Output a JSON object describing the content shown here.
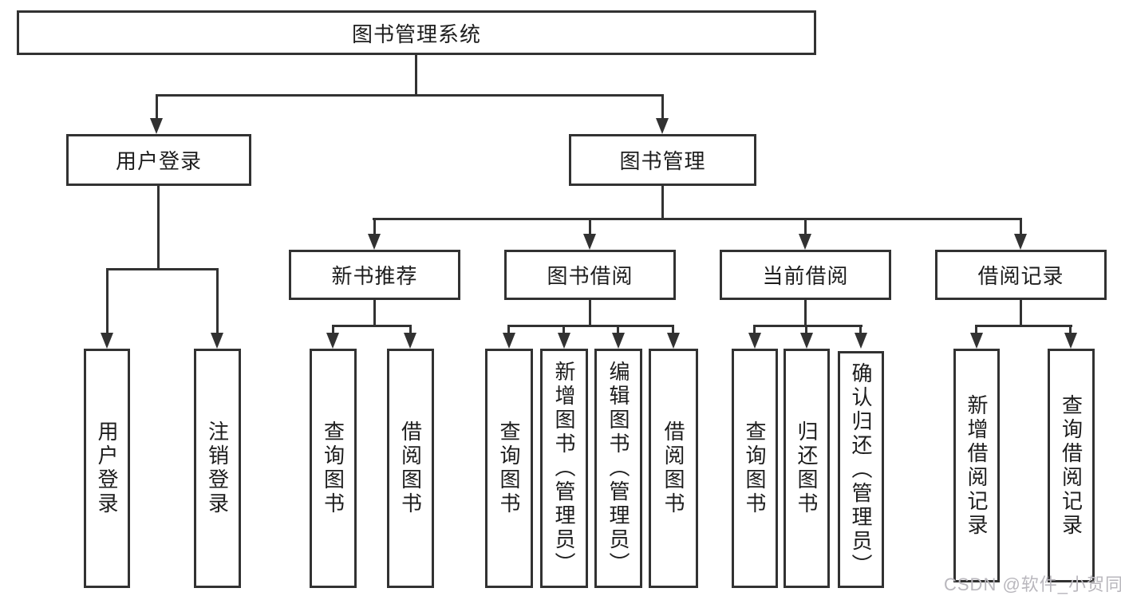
{
  "tree": {
    "root": {
      "label": "图书管理系统"
    },
    "level1": [
      {
        "label": "用户登录"
      },
      {
        "label": "图书管理"
      }
    ],
    "level2": [
      {
        "label": "新书推荐"
      },
      {
        "label": "图书借阅"
      },
      {
        "label": "当前借阅"
      },
      {
        "label": "借阅记录"
      }
    ],
    "leaves": {
      "user_login": [
        {
          "label": "用户登录"
        },
        {
          "label": "注销登录"
        }
      ],
      "new_book_rec": [
        {
          "label": "查询图书"
        },
        {
          "label": "借阅图书"
        }
      ],
      "book_borrow": [
        {
          "label": "查询图书"
        },
        {
          "label": "新增图书（管理员）"
        },
        {
          "label": "编辑图书（管理员）"
        },
        {
          "label": "借阅图书"
        }
      ],
      "current_borrow": [
        {
          "label": "查询图书"
        },
        {
          "label": "归还图书"
        },
        {
          "label": "确认归还（管理员）"
        }
      ],
      "borrow_records": [
        {
          "label": "新增借阅记录"
        },
        {
          "label": "查询借阅记录"
        }
      ]
    }
  },
  "watermark": {
    "text": "CSDN @软件_小贺同学"
  },
  "colors": {
    "line": "#323232",
    "text": "#1d1d1d",
    "background": "#ffffff",
    "watermark": "#b9b7bd"
  }
}
